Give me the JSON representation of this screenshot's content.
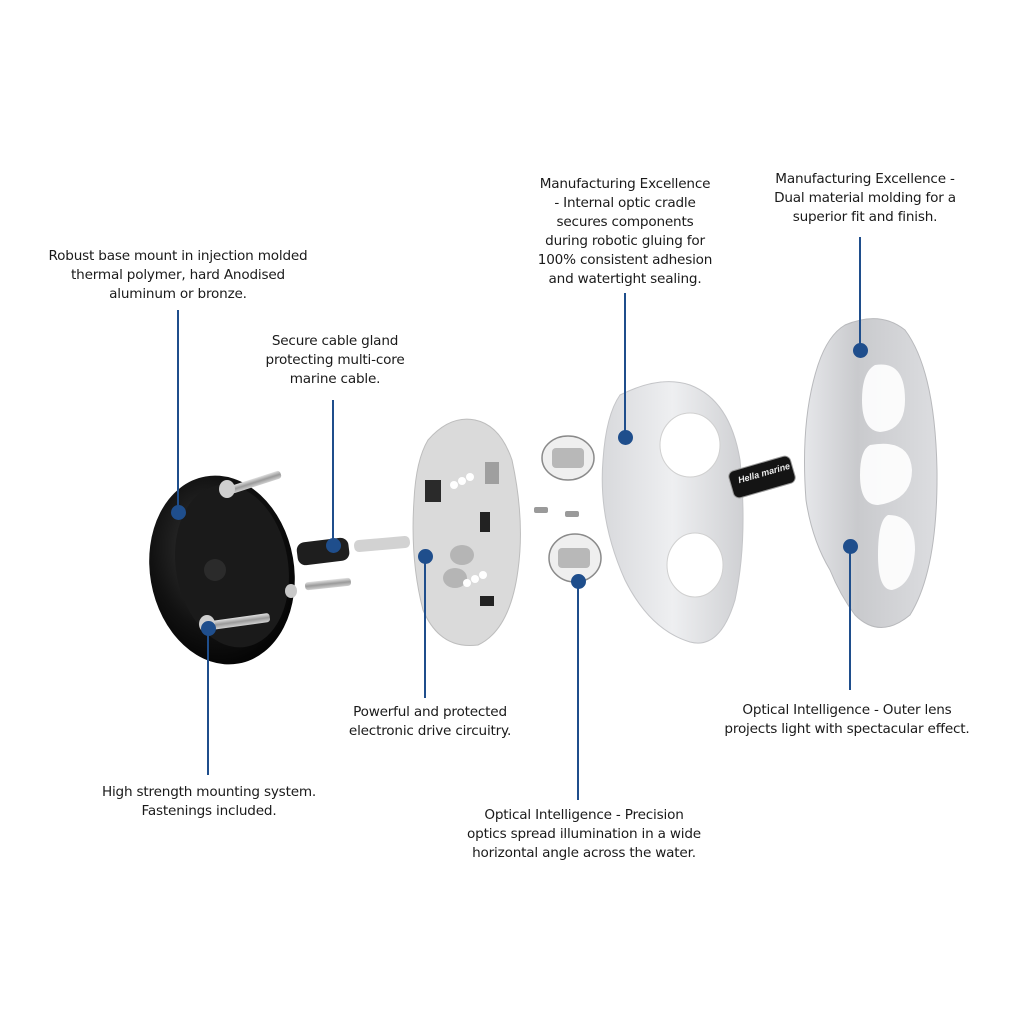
{
  "diagram": {
    "type": "exploded-view",
    "subject": "Marine LED light assembly",
    "accent_color": "#1f4e8c",
    "badge_text": "Hella marine",
    "callouts": [
      {
        "id": "base-mount",
        "text": "Robust base mount in injection molded\nthermal polymer, hard Anodised\naluminum or bronze."
      },
      {
        "id": "cable-gland",
        "text": "Secure cable gland\nprotecting multi-core\nmarine cable."
      },
      {
        "id": "optic-cradle",
        "text": "Manufacturing Excellence\n- Internal optic cradle\nsecures components\nduring robotic gluing for\n100% consistent adhesion\nand watertight sealing."
      },
      {
        "id": "dual-material",
        "text": "Manufacturing Excellence -\nDual material molding for a\nsuperior fit and finish."
      },
      {
        "id": "drive-circuitry",
        "text": "Powerful and protected\nelectronic drive circuitry."
      },
      {
        "id": "outer-lens",
        "text": "Optical Intelligence - Outer lens\nprojects light with spectacular effect."
      },
      {
        "id": "mounting-system",
        "text": "High strength mounting system.\nFastenings included."
      },
      {
        "id": "precision-optics",
        "text": "Optical Intelligence - Precision\noptics spread illumination in a wide\nhorizontal angle across the water."
      }
    ]
  }
}
